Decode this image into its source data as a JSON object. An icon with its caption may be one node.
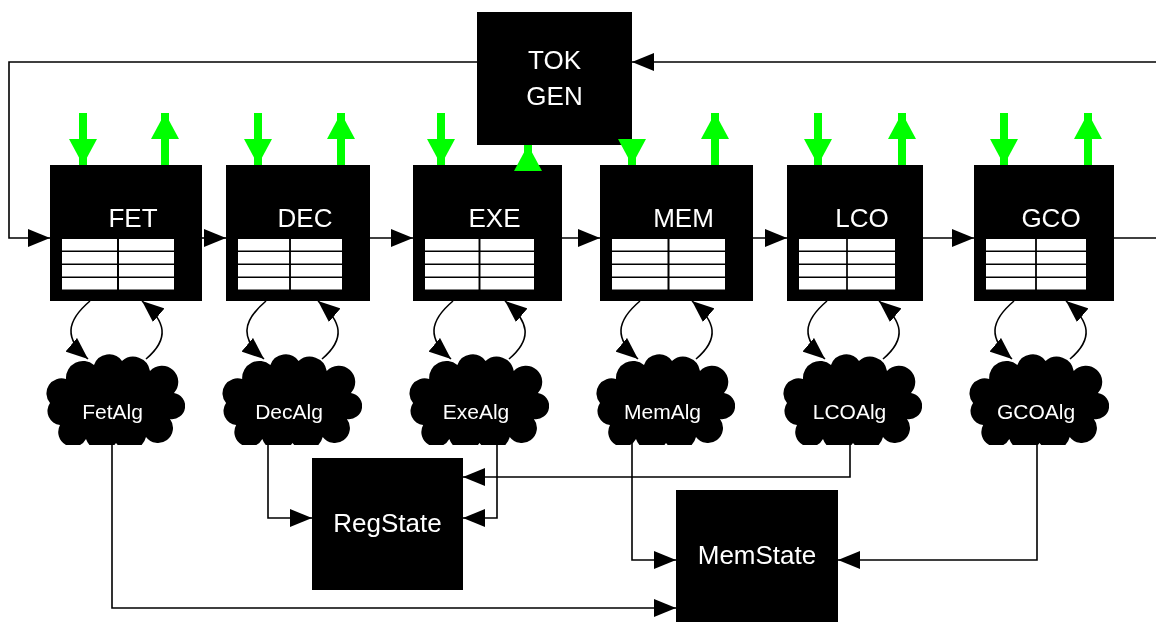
{
  "diagram": {
    "nodes": [
      {
        "text": [
          "TOK GEN"
        ]
      },
      {
        "text": [
          "FET"
        ]
      },
      {
        "text": [
          "DEC"
        ]
      },
      {
        "text": [
          "EXE"
        ]
      },
      {
        "text": [
          "MEM"
        ]
      },
      {
        "text": [
          "LCO"
        ]
      },
      {
        "text": [
          "GCO"
        ]
      },
      {
        "text": [
          "FetAlg"
        ]
      },
      {
        "text": [
          "DecAlg"
        ]
      },
      {
        "text": [
          "ExeAlg"
        ]
      },
      {
        "text": [
          "MemAlg"
        ]
      },
      {
        "text": [
          "LCOAlg"
        ]
      },
      {
        "text": [
          "GCOAlg"
        ]
      },
      {
        "text": [
          "RegState"
        ]
      },
      {
        "text": [
          "MemState"
        ]
      }
    ],
    "edges": [
      {
        "from": 0,
        "to": 1,
        "arrow": "to"
      },
      {
        "from": null,
        "to": 0,
        "arrow": "to"
      },
      {
        "from": 1,
        "to": 2,
        "arrow": "to"
      },
      {
        "from": 2,
        "to": 3,
        "arrow": "to"
      },
      {
        "from": 3,
        "to": 4,
        "arrow": "to"
      },
      {
        "from": 4,
        "to": 5,
        "arrow": "to"
      },
      {
        "from": 5,
        "to": 6,
        "arrow": "to"
      },
      {
        "from": 6,
        "to": null,
        "arrow": "none"
      },
      {
        "from": 1,
        "to": 7,
        "arrow": "to"
      },
      {
        "from": 7,
        "to": 1,
        "arrow": "to"
      },
      {
        "from": 2,
        "to": 8,
        "arrow": "to"
      },
      {
        "from": 8,
        "to": 2,
        "arrow": "to"
      },
      {
        "from": 3,
        "to": 9,
        "arrow": "to"
      },
      {
        "from": 9,
        "to": 3,
        "arrow": "to"
      },
      {
        "from": 4,
        "to": 10,
        "arrow": "to"
      },
      {
        "from": 10,
        "to": 4,
        "arrow": "to"
      },
      {
        "from": 5,
        "to": 11,
        "arrow": "to"
      },
      {
        "from": 11,
        "to": 5,
        "arrow": "to"
      },
      {
        "from": 6,
        "to": 12,
        "arrow": "to"
      },
      {
        "from": 12,
        "to": 6,
        "arrow": "to"
      },
      {
        "from": 8,
        "to": 13,
        "arrow": "to"
      },
      {
        "from": 9,
        "to": 13,
        "arrow": "to"
      },
      {
        "from": 11,
        "to": 13,
        "arrow": "to"
      },
      {
        "from": 7,
        "to": 14,
        "arrow": "to"
      },
      {
        "from": 10,
        "to": 14,
        "arrow": "to"
      },
      {
        "from": 12,
        "to": 14,
        "arrow": "to"
      },
      {
        "from": null,
        "to": 1,
        "arrow": "to",
        "style": "thick",
        "color": "#00ff00"
      },
      {
        "from": 1,
        "to": null,
        "arrow": "to",
        "style": "thick",
        "color": "#00ff00"
      },
      {
        "from": null,
        "to": 2,
        "arrow": "to",
        "style": "thick",
        "color": "#00ff00"
      },
      {
        "from": 2,
        "to": null,
        "arrow": "to",
        "style": "thick",
        "color": "#00ff00"
      },
      {
        "from": null,
        "to": 3,
        "arrow": "to",
        "style": "thick",
        "color": "#00ff00"
      },
      {
        "from": 3,
        "to": 0,
        "arrow": "to",
        "style": "thick",
        "color": "#00ff00"
      },
      {
        "from": 0,
        "to": 4,
        "arrow": "to",
        "style": "thick",
        "color": "#00ff00"
      },
      {
        "from": 4,
        "to": null,
        "arrow": "to",
        "style": "thick",
        "color": "#00ff00"
      },
      {
        "from": null,
        "to": 5,
        "arrow": "to",
        "style": "thick",
        "color": "#00ff00"
      },
      {
        "from": 5,
        "to": null,
        "arrow": "to",
        "style": "thick",
        "color": "#00ff00"
      },
      {
        "from": null,
        "to": 6,
        "arrow": "to",
        "style": "thick",
        "color": "#00ff00"
      },
      {
        "from": 6,
        "to": null,
        "arrow": "to",
        "style": "thick",
        "color": "#00ff00"
      }
    ]
  }
}
